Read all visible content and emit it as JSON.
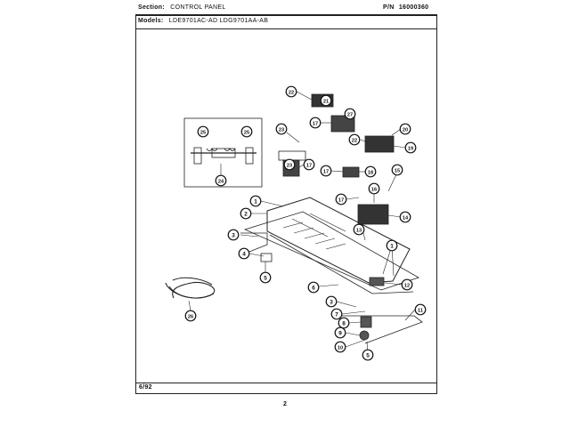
{
  "header": {
    "section_label": "Section:",
    "section_value": "CONTROL PANEL",
    "pn_label": "P/N",
    "pn_value": "16000360",
    "models_label": "Models:",
    "models_value": "LDE9701AC-AD  LDG9701AA-AB"
  },
  "footer": {
    "date": "6/92",
    "page_number": "2"
  },
  "diagram": {
    "callouts": [
      "1",
      "2",
      "3",
      "4",
      "5",
      "6",
      "7",
      "8",
      "9",
      "10",
      "11",
      "12",
      "13",
      "14",
      "15",
      "16",
      "17",
      "18",
      "19",
      "20",
      "21",
      "22",
      "23",
      "24",
      "25",
      "26",
      "27"
    ]
  }
}
